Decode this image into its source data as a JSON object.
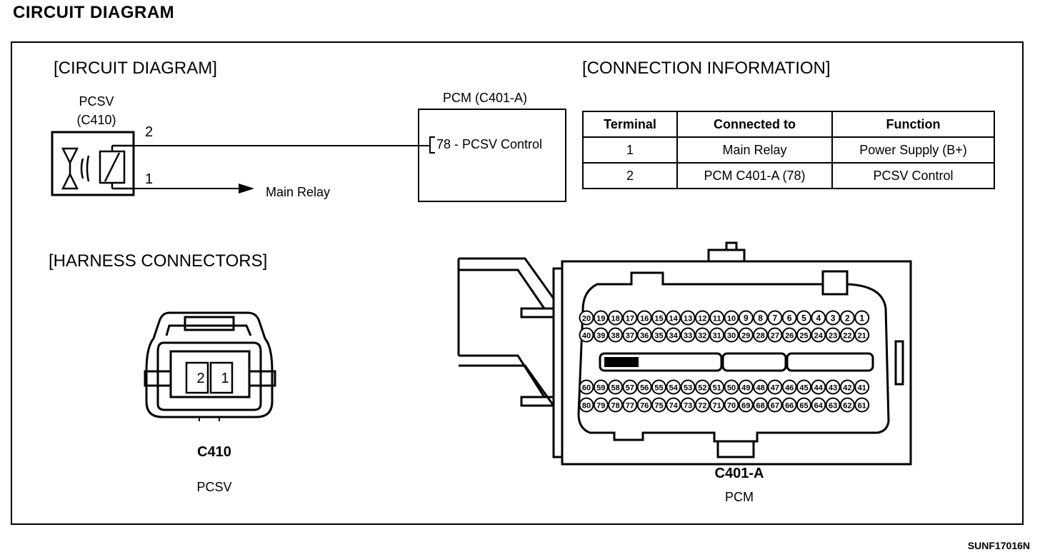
{
  "page_title": "CIRCUIT DIAGRAM",
  "circuit": {
    "section_title": "[CIRCUIT DIAGRAM]",
    "component_name": "PCSV",
    "component_connector": "(C410)",
    "pin_2": "2",
    "pin_1": "1",
    "main_relay_label": "Main Relay",
    "pcm_title": "PCM (C401-A)",
    "pcm_terminal_label": "78 - PCSV Control"
  },
  "connection_info": {
    "section_title": "[CONNECTION INFORMATION]",
    "headers": [
      "Terminal",
      "Connected to",
      "Function"
    ],
    "rows": [
      [
        "1",
        "Main Relay",
        "Power Supply (B+)"
      ],
      [
        "2",
        "PCM C401-A (78)",
        "PCSV Control"
      ]
    ]
  },
  "harness": {
    "section_title": "[HARNESS CONNECTORS]",
    "c410": {
      "pins": [
        "2",
        "1"
      ],
      "name": "C410",
      "desc": "PCSV"
    },
    "c401a": {
      "row1": [
        "20",
        "19",
        "18",
        "17",
        "16",
        "15",
        "14",
        "13",
        "12",
        "11",
        "10",
        "9",
        "8",
        "7",
        "6",
        "5",
        "4",
        "3",
        "2",
        "1"
      ],
      "row2": [
        "40",
        "39",
        "38",
        "37",
        "36",
        "35",
        "34",
        "33",
        "32",
        "31",
        "30",
        "29",
        "28",
        "27",
        "26",
        "25",
        "24",
        "23",
        "22",
        "21"
      ],
      "row3": [
        "60",
        "59",
        "58",
        "57",
        "56",
        "55",
        "54",
        "53",
        "52",
        "51",
        "50",
        "49",
        "48",
        "47",
        "46",
        "45",
        "44",
        "43",
        "42",
        "41"
      ],
      "row4": [
        "80",
        "79",
        "78",
        "77",
        "76",
        "75",
        "74",
        "73",
        "72",
        "71",
        "70",
        "69",
        "68",
        "67",
        "66",
        "65",
        "64",
        "63",
        "62",
        "61"
      ],
      "name": "C401-A",
      "desc": "PCM"
    }
  },
  "figure_code": "SUNF17016N"
}
